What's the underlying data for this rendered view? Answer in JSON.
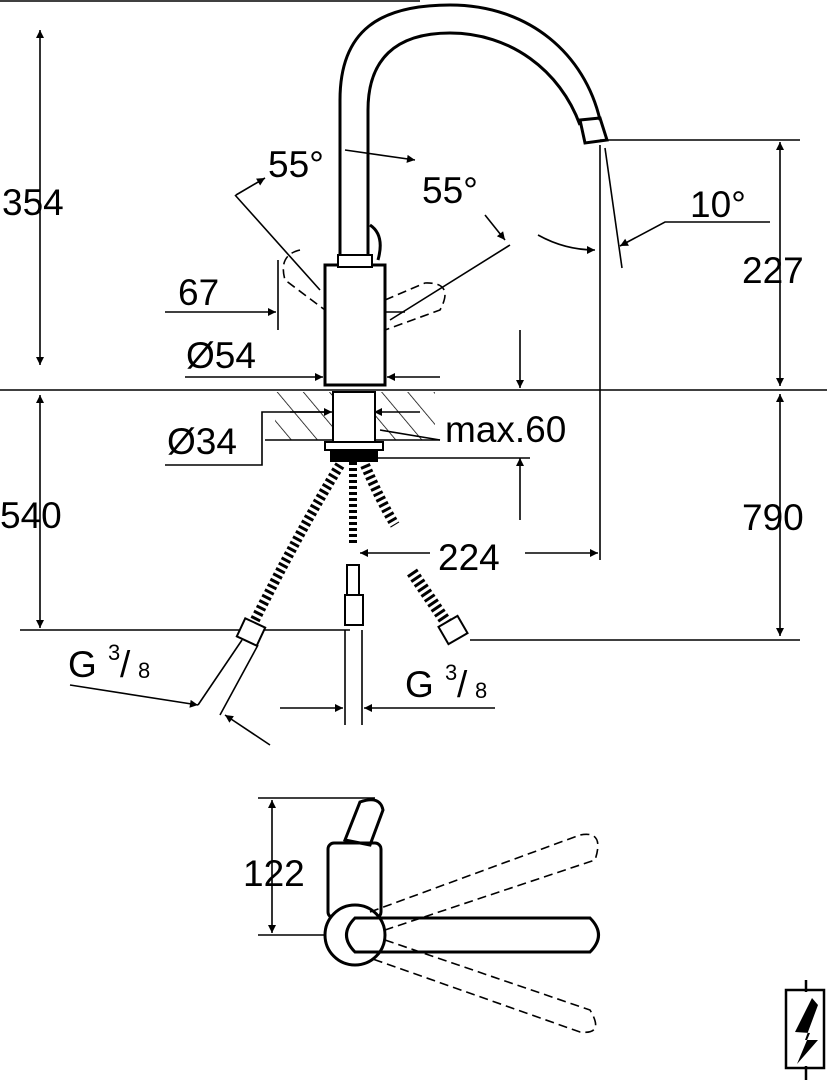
{
  "dimensions": {
    "height_top": "354",
    "height_bottom": "540",
    "spout_height": "227",
    "total_height": "790",
    "angle_left": "55°",
    "angle_right": "55°",
    "spout_angle": "10°",
    "lever_offset": "67",
    "body_diameter": "Ø54",
    "hole_diameter": "Ø34",
    "max_thickness": "max.60",
    "reach": "224",
    "lever_height": "122"
  },
  "connections": {
    "left_prefix": "G",
    "left_num": "3",
    "left_den": "8",
    "right_prefix": "G",
    "right_num": "3",
    "right_den": "8"
  },
  "icons": [
    "electrical-symbol-icon"
  ]
}
